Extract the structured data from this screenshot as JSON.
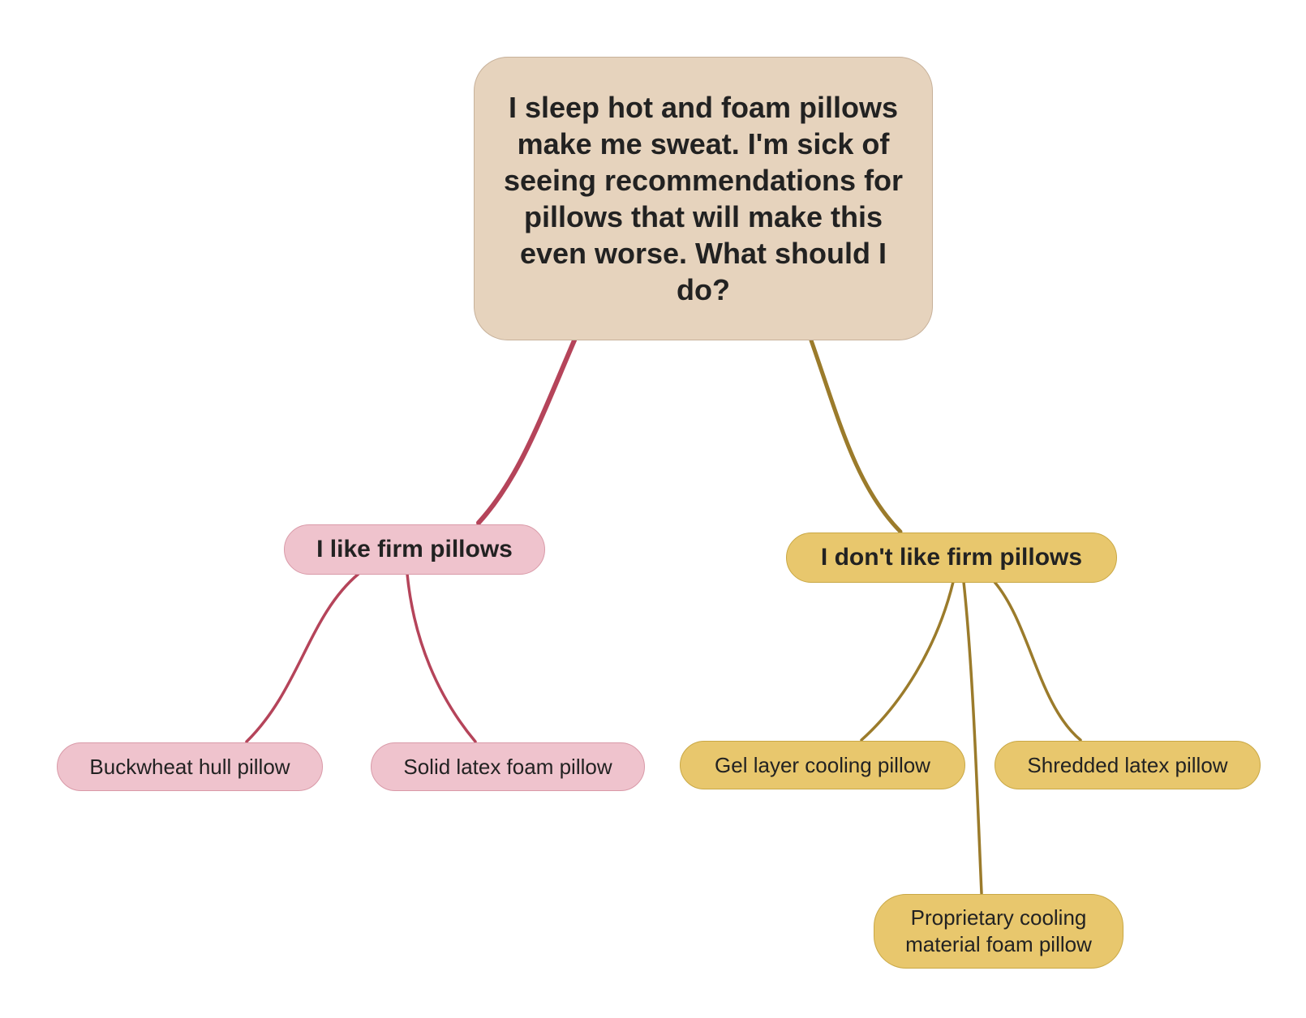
{
  "mindmap": {
    "root": {
      "text": "I sleep hot and foam pillows make me sweat. I'm sick of seeing recommendations for pillows that will make this even worse. What should I do?"
    },
    "branches": [
      {
        "text": "I like firm pillows",
        "color": "#b5445a",
        "fill": "#efc3cd",
        "children": [
          "Buckwheat hull pillow",
          "Solid latex foam pillow"
        ]
      },
      {
        "text": "I don't like firm pillows",
        "color": "#9b7b2b",
        "fill": "#e8c76d",
        "children": [
          "Gel layer cooling pillow",
          "Shredded latex pillow",
          "Proprietary cooling material foam pillow"
        ]
      }
    ]
  }
}
